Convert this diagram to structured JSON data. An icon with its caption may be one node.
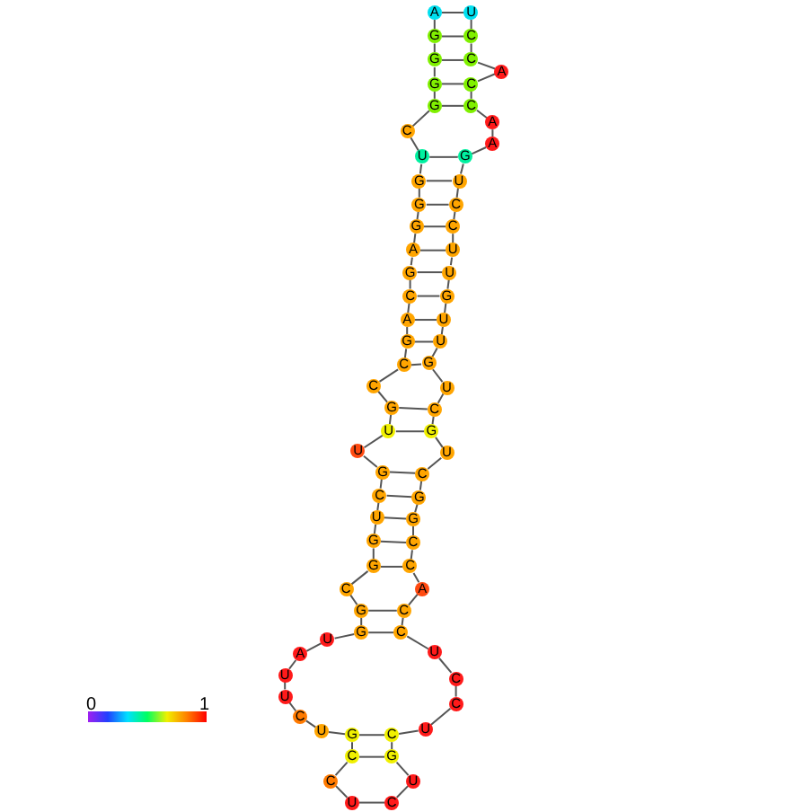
{
  "diagram": {
    "nodes": [
      {
        "text": [
          "A"
        ]
      },
      {
        "text": [
          "G"
        ]
      },
      {
        "text": [
          "G"
        ]
      },
      {
        "text": [
          "G"
        ]
      },
      {
        "text": [
          "G"
        ]
      },
      {
        "text": [
          "C"
        ]
      },
      {
        "text": [
          "U"
        ]
      },
      {
        "text": [
          "G"
        ]
      },
      {
        "text": [
          "G"
        ]
      },
      {
        "text": [
          "G"
        ]
      },
      {
        "text": [
          "A"
        ]
      },
      {
        "text": [
          "G"
        ]
      },
      {
        "text": [
          "C"
        ]
      },
      {
        "text": [
          "A"
        ]
      },
      {
        "text": [
          "G"
        ]
      },
      {
        "text": [
          "C"
        ]
      },
      {
        "text": [
          "C"
        ]
      },
      {
        "text": [
          "G"
        ]
      },
      {
        "text": [
          "U"
        ]
      },
      {
        "text": [
          "U"
        ]
      },
      {
        "text": [
          "G"
        ]
      },
      {
        "text": [
          "C"
        ]
      },
      {
        "text": [
          "U"
        ]
      },
      {
        "text": [
          "G"
        ]
      },
      {
        "text": [
          "G"
        ]
      },
      {
        "text": [
          "C"
        ]
      },
      {
        "text": [
          "G"
        ]
      },
      {
        "text": [
          "G"
        ]
      },
      {
        "text": [
          "U"
        ]
      },
      {
        "text": [
          "A"
        ]
      },
      {
        "text": [
          "U"
        ]
      },
      {
        "text": [
          "U"
        ]
      },
      {
        "text": [
          "C"
        ]
      },
      {
        "text": [
          "U"
        ]
      },
      {
        "text": [
          "G"
        ]
      },
      {
        "text": [
          "C"
        ]
      },
      {
        "text": [
          "C"
        ]
      },
      {
        "text": [
          "U"
        ]
      },
      {
        "text": [
          "C"
        ]
      },
      {
        "text": [
          "U"
        ]
      },
      {
        "text": [
          "G"
        ]
      },
      {
        "text": [
          "C"
        ]
      },
      {
        "text": [
          "U"
        ]
      },
      {
        "text": [
          "C"
        ]
      },
      {
        "text": [
          "C"
        ]
      },
      {
        "text": [
          "U"
        ]
      },
      {
        "text": [
          "C"
        ]
      },
      {
        "text": [
          "C"
        ]
      },
      {
        "text": [
          "A"
        ]
      },
      {
        "text": [
          "C"
        ]
      },
      {
        "text": [
          "C"
        ]
      },
      {
        "text": [
          "G"
        ]
      },
      {
        "text": [
          "G"
        ]
      },
      {
        "text": [
          "C"
        ]
      },
      {
        "text": [
          "U"
        ]
      },
      {
        "text": [
          "G"
        ]
      },
      {
        "text": [
          "C"
        ]
      },
      {
        "text": [
          "U"
        ]
      },
      {
        "text": [
          "G"
        ]
      },
      {
        "text": [
          "U"
        ]
      },
      {
        "text": [
          "U"
        ]
      },
      {
        "text": [
          "G"
        ]
      },
      {
        "text": [
          "U"
        ]
      },
      {
        "text": [
          "U"
        ]
      },
      {
        "text": [
          "C"
        ]
      },
      {
        "text": [
          "C"
        ]
      },
      {
        "text": [
          "U"
        ]
      },
      {
        "text": [
          "G"
        ]
      },
      {
        "text": [
          "A"
        ]
      },
      {
        "text": [
          "A"
        ]
      },
      {
        "text": [
          "C"
        ]
      },
      {
        "text": [
          "C"
        ]
      },
      {
        "text": [
          "A"
        ]
      },
      {
        "text": [
          "C"
        ]
      },
      {
        "text": [
          "C"
        ]
      },
      {
        "text": [
          "U"
        ]
      }
    ],
    "edges": [
      {
        "from": 0,
        "to": 1,
        "arrow": "none"
      },
      {
        "from": 1,
        "to": 2,
        "arrow": "none"
      },
      {
        "from": 2,
        "to": 3,
        "arrow": "none"
      },
      {
        "from": 3,
        "to": 4,
        "arrow": "none"
      },
      {
        "from": 4,
        "to": 5,
        "arrow": "none"
      },
      {
        "from": 5,
        "to": 6,
        "arrow": "none"
      },
      {
        "from": 6,
        "to": 7,
        "arrow": "none"
      },
      {
        "from": 7,
        "to": 8,
        "arrow": "none"
      },
      {
        "from": 8,
        "to": 9,
        "arrow": "none"
      },
      {
        "from": 9,
        "to": 10,
        "arrow": "none"
      },
      {
        "from": 10,
        "to": 11,
        "arrow": "none"
      },
      {
        "from": 11,
        "to": 12,
        "arrow": "none"
      },
      {
        "from": 12,
        "to": 13,
        "arrow": "none"
      },
      {
        "from": 13,
        "to": 14,
        "arrow": "none"
      },
      {
        "from": 14,
        "to": 15,
        "arrow": "none"
      },
      {
        "from": 15,
        "to": 16,
        "arrow": "none"
      },
      {
        "from": 16,
        "to": 17,
        "arrow": "none"
      },
      {
        "from": 17,
        "to": 18,
        "arrow": "none"
      },
      {
        "from": 18,
        "to": 19,
        "arrow": "none"
      },
      {
        "from": 19,
        "to": 20,
        "arrow": "none"
      },
      {
        "from": 20,
        "to": 21,
        "arrow": "none"
      },
      {
        "from": 21,
        "to": 22,
        "arrow": "none"
      },
      {
        "from": 22,
        "to": 23,
        "arrow": "none"
      },
      {
        "from": 23,
        "to": 24,
        "arrow": "none"
      },
      {
        "from": 24,
        "to": 25,
        "arrow": "none"
      },
      {
        "from": 25,
        "to": 26,
        "arrow": "none"
      },
      {
        "from": 26,
        "to": 27,
        "arrow": "none"
      },
      {
        "from": 27,
        "to": 28,
        "arrow": "none"
      },
      {
        "from": 28,
        "to": 29,
        "arrow": "none"
      },
      {
        "from": 29,
        "to": 30,
        "arrow": "none"
      },
      {
        "from": 30,
        "to": 31,
        "arrow": "none"
      },
      {
        "from": 31,
        "to": 32,
        "arrow": "none"
      },
      {
        "from": 32,
        "to": 33,
        "arrow": "none"
      },
      {
        "from": 33,
        "to": 34,
        "arrow": "none"
      },
      {
        "from": 34,
        "to": 35,
        "arrow": "none"
      },
      {
        "from": 35,
        "to": 36,
        "arrow": "none"
      },
      {
        "from": 36,
        "to": 37,
        "arrow": "none"
      },
      {
        "from": 37,
        "to": 38,
        "arrow": "none"
      },
      {
        "from": 38,
        "to": 39,
        "arrow": "none"
      },
      {
        "from": 39,
        "to": 40,
        "arrow": "none"
      },
      {
        "from": 40,
        "to": 41,
        "arrow": "none"
      },
      {
        "from": 41,
        "to": 42,
        "arrow": "none"
      },
      {
        "from": 42,
        "to": 43,
        "arrow": "none"
      },
      {
        "from": 43,
        "to": 44,
        "arrow": "none"
      },
      {
        "from": 44,
        "to": 45,
        "arrow": "none"
      },
      {
        "from": 45,
        "to": 46,
        "arrow": "none"
      },
      {
        "from": 46,
        "to": 47,
        "arrow": "none"
      },
      {
        "from": 47,
        "to": 48,
        "arrow": "none"
      },
      {
        "from": 48,
        "to": 49,
        "arrow": "none"
      },
      {
        "from": 49,
        "to": 50,
        "arrow": "none"
      },
      {
        "from": 50,
        "to": 51,
        "arrow": "none"
      },
      {
        "from": 51,
        "to": 52,
        "arrow": "none"
      },
      {
        "from": 52,
        "to": 53,
        "arrow": "none"
      },
      {
        "from": 53,
        "to": 54,
        "arrow": "none"
      },
      {
        "from": 54,
        "to": 55,
        "arrow": "none"
      },
      {
        "from": 55,
        "to": 56,
        "arrow": "none"
      },
      {
        "from": 56,
        "to": 57,
        "arrow": "none"
      },
      {
        "from": 57,
        "to": 58,
        "arrow": "none"
      },
      {
        "from": 58,
        "to": 59,
        "arrow": "none"
      },
      {
        "from": 59,
        "to": 60,
        "arrow": "none"
      },
      {
        "from": 60,
        "to": 61,
        "arrow": "none"
      },
      {
        "from": 61,
        "to": 62,
        "arrow": "none"
      },
      {
        "from": 62,
        "to": 63,
        "arrow": "none"
      },
      {
        "from": 63,
        "to": 64,
        "arrow": "none"
      },
      {
        "from": 64,
        "to": 65,
        "arrow": "none"
      },
      {
        "from": 65,
        "to": 66,
        "arrow": "none"
      },
      {
        "from": 66,
        "to": 67,
        "arrow": "none"
      },
      {
        "from": 67,
        "to": 68,
        "arrow": "none"
      },
      {
        "from": 68,
        "to": 69,
        "arrow": "none"
      },
      {
        "from": 69,
        "to": 70,
        "arrow": "none"
      },
      {
        "from": 70,
        "to": 71,
        "arrow": "none"
      },
      {
        "from": 71,
        "to": 72,
        "arrow": "none"
      },
      {
        "from": 72,
        "to": 73,
        "arrow": "none"
      },
      {
        "from": 73,
        "to": 74,
        "arrow": "none"
      },
      {
        "from": 74,
        "to": 75,
        "arrow": "none"
      },
      {
        "from": 0,
        "to": 75,
        "arrow": "none"
      },
      {
        "from": 1,
        "to": 74,
        "arrow": "none"
      },
      {
        "from": 2,
        "to": 73,
        "arrow": "none"
      },
      {
        "from": 3,
        "to": 71,
        "arrow": "none"
      },
      {
        "from": 4,
        "to": 70,
        "arrow": "none"
      },
      {
        "from": 6,
        "to": 67,
        "arrow": "none"
      },
      {
        "from": 7,
        "to": 66,
        "arrow": "none"
      },
      {
        "from": 8,
        "to": 65,
        "arrow": "none"
      },
      {
        "from": 9,
        "to": 64,
        "arrow": "none"
      },
      {
        "from": 10,
        "to": 63,
        "arrow": "none"
      },
      {
        "from": 11,
        "to": 62,
        "arrow": "none"
      },
      {
        "from": 12,
        "to": 61,
        "arrow": "none"
      },
      {
        "from": 13,
        "to": 60,
        "arrow": "none"
      },
      {
        "from": 14,
        "to": 59,
        "arrow": "none"
      },
      {
        "from": 15,
        "to": 58,
        "arrow": "none"
      },
      {
        "from": 17,
        "to": 56,
        "arrow": "none"
      },
      {
        "from": 18,
        "to": 55,
        "arrow": "none"
      },
      {
        "from": 20,
        "to": 53,
        "arrow": "none"
      },
      {
        "from": 21,
        "to": 52,
        "arrow": "none"
      },
      {
        "from": 22,
        "to": 51,
        "arrow": "none"
      },
      {
        "from": 23,
        "to": 50,
        "arrow": "none"
      },
      {
        "from": 24,
        "to": 49,
        "arrow": "none"
      },
      {
        "from": 26,
        "to": 47,
        "arrow": "none"
      },
      {
        "from": 27,
        "to": 46,
        "arrow": "none"
      },
      {
        "from": 34,
        "to": 41,
        "arrow": "none"
      },
      {
        "from": 35,
        "to": 40,
        "arrow": "none"
      }
    ],
    "labels": [
      "0",
      "1"
    ]
  }
}
